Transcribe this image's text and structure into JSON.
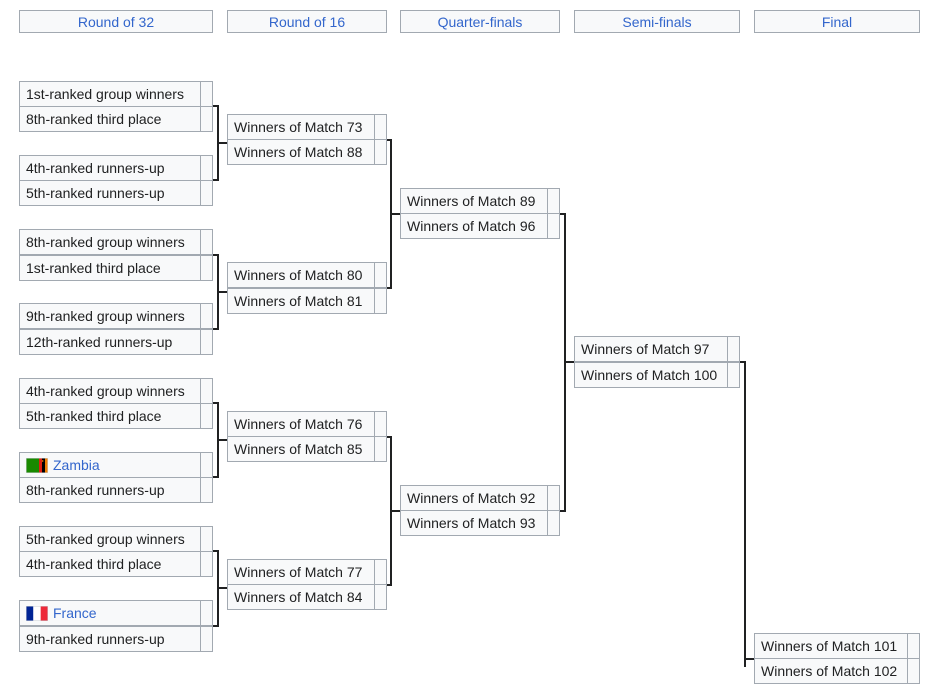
{
  "rounds": [
    "Round of 32",
    "Round of 16",
    "Quarter-finals",
    "Semi-finals",
    "Final"
  ],
  "round_of_32": [
    {
      "home": "1st-ranked group winners",
      "away": "8th-ranked third place"
    },
    {
      "home": "4th-ranked runners-up",
      "away": "5th-ranked runners-up"
    },
    {
      "home": "8th-ranked group winners",
      "away": "1st-ranked third place"
    },
    {
      "home": "9th-ranked group winners",
      "away": "12th-ranked runners-up"
    },
    {
      "home": "4th-ranked group winners",
      "away": "5th-ranked third place"
    },
    {
      "home": "Zambia",
      "away": "8th-ranked runners-up"
    },
    {
      "home": "5th-ranked group winners",
      "away": "4th-ranked third place"
    },
    {
      "home": "France",
      "away": "9th-ranked runners-up"
    }
  ],
  "round_of_16": [
    {
      "home": "Winners of Match 73",
      "away": "Winners of Match 88"
    },
    {
      "home": "Winners of Match 80",
      "away": "Winners of Match 81"
    },
    {
      "home": "Winners of Match 76",
      "away": "Winners of Match 85"
    },
    {
      "home": "Winners of Match 77",
      "away": "Winners of Match 84"
    }
  ],
  "quarter_finals": [
    {
      "home": "Winners of Match 89",
      "away": "Winners of Match 96"
    },
    {
      "home": "Winners of Match 92",
      "away": "Winners of Match 93"
    }
  ],
  "semi_finals": [
    {
      "home": "Winners of Match 97",
      "away": "Winners of Match 100"
    }
  ],
  "final": [
    {
      "home": "Winners of Match 101",
      "away": "Winners of Match 102"
    }
  ],
  "flags": {
    "zambia": "zambia-flag-icon",
    "france": "france-flag-icon"
  },
  "colors": {
    "link": "#3366cc",
    "cell_bg": "#f8f9fa",
    "border": "#a2a9b1",
    "bracket_line": "#202122"
  }
}
